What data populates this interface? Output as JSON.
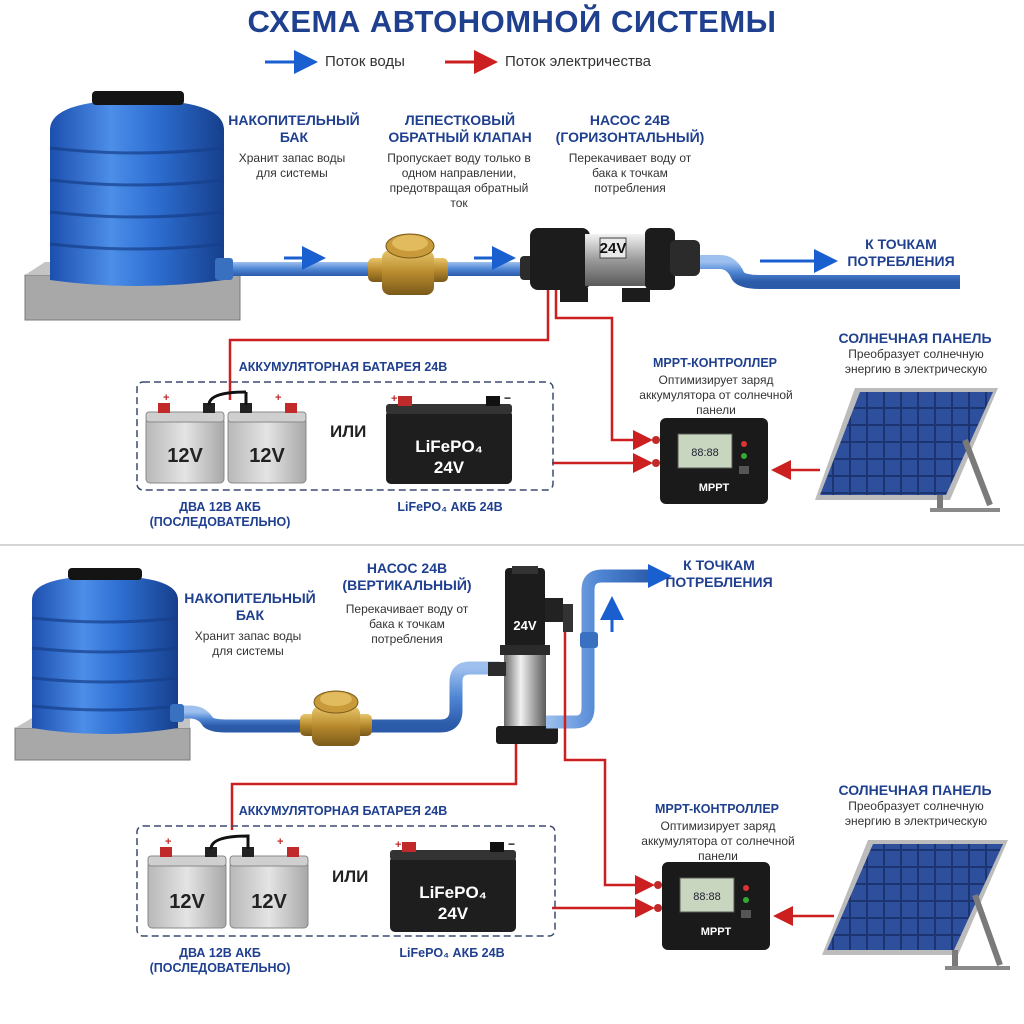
{
  "title": "СХЕМА АВТОНОМНОЙ СИСТЕМЫ",
  "legend": {
    "water_flow": "Поток воды",
    "electric_flow": "Поток электричества",
    "water_color": "#1a5fd0",
    "electric_color": "#cc1f1f"
  },
  "top": {
    "tank": {
      "title": "НАКОПИТЕЛЬНЫЙ БАК",
      "desc": "Хранит запас воды для системы"
    },
    "valve": {
      "title": "ЛЕПЕСТКОВЫЙ ОБРАТНЫЙ КЛАПАН",
      "desc": "Пропускает воду только в одном направлении, предотвращая обратный ток"
    },
    "pump": {
      "title": "НАСОС 24В (ГОРИЗОНТАЛЬНЫЙ)",
      "desc": "Перекачивает воду от бака к точкам потребления",
      "label": "24V"
    },
    "consumption": "К ТОЧКАМ ПОТРЕБЛЕНИЯ",
    "battery_group": "АККУМУЛЯТОРНАЯ БАТАРЕЯ 24В",
    "battery_a": "12V",
    "battery_b": "12V",
    "or": "ИЛИ",
    "lifepo": "LiFePO₄",
    "lifepo_v": "24V",
    "two_batt": "ДВА 12В АКБ (ПОСЛЕДОВАТЕЛЬНО)",
    "lifepo_caption": "LiFePO₄ АКБ 24В",
    "mppt": {
      "title": "MPPT-КОНТРОЛЛЕР",
      "desc": "Оптимизирует заряд аккумулятора от солнечной панели",
      "label": "MPPT"
    },
    "solar": {
      "title": "СОЛНЕЧНАЯ ПАНЕЛЬ",
      "desc": "Преобразует солнечную энергию в электрическую"
    }
  },
  "bottom": {
    "tank": {
      "title": "НАКОПИТЕЛЬНЫЙ БАК",
      "desc": "Хранит запас воды для системы"
    },
    "pump": {
      "title": "НАСОС 24В (ВЕРТИКАЛЬНЫЙ)",
      "desc": "Перекачивает воду от бака к точкам потребления",
      "label": "24V"
    },
    "consumption": "К ТОЧКАМ ПОТРЕБЛЕНИЯ",
    "battery_group": "АККУМУЛЯТОРНАЯ БАТАРЕЯ 24В",
    "battery_a": "12V",
    "battery_b": "12V",
    "or": "ИЛИ",
    "lifepo": "LiFePO₄",
    "lifepo_v": "24V",
    "two_batt": "ДВА 12В АКБ (ПОСЛЕДОВАТЕЛЬНО)",
    "lifepo_caption": "LiFePO₄ АКБ 24В",
    "mppt": {
      "title": "MPPT-КОНТРОЛЛЕР",
      "desc": "Оптимизирует заряд аккумулятора от солнечной панели",
      "label": "MPPT"
    },
    "solar": {
      "title": "СОЛНЕЧНАЯ ПАНЕЛЬ",
      "desc": "Преобразует солнечную энергию в электрическую"
    }
  }
}
